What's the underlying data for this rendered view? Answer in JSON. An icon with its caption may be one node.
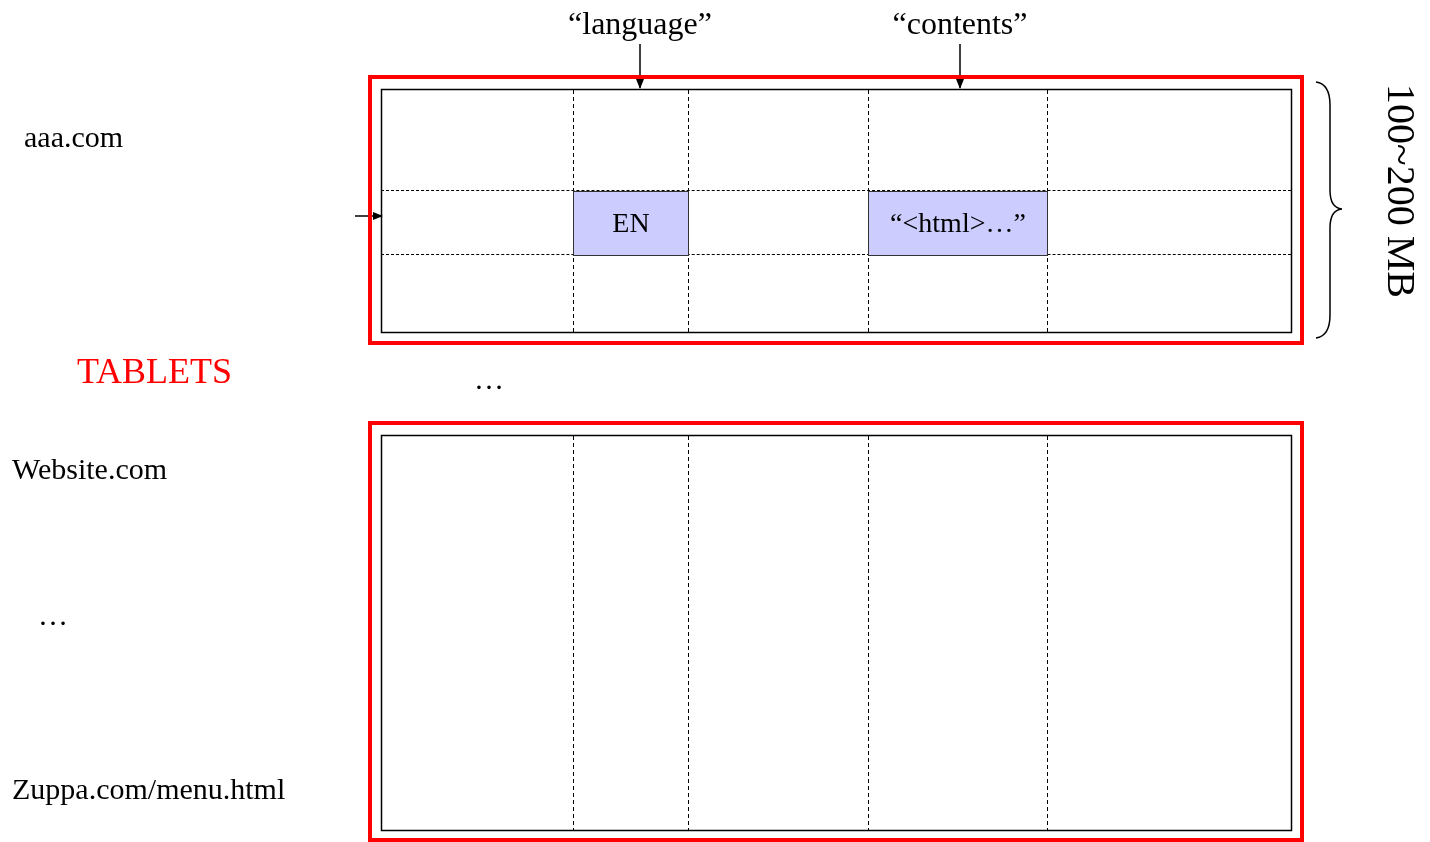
{
  "diagram": {
    "nodes": [
      {
        "text": [
          "“language”"
        ]
      },
      {
        "text": [
          "“contents”"
        ]
      },
      {
        "text": [],
        "shape": "box"
      },
      {
        "text": [],
        "shape": "bar",
        "in": 2
      },
      {
        "text": [
          "EN"
        ],
        "in": 3
      },
      {
        "text": [
          "“<html>…”"
        ],
        "in": 3
      },
      {
        "text": [],
        "shape": "box"
      }
    ],
    "edges": [
      {
        "from": 0,
        "to": 2,
        "arrow": "to"
      },
      {
        "from": 1,
        "to": 2,
        "arrow": "to"
      },
      {
        "from": null,
        "to": 3,
        "arrow": "to"
      }
    ],
    "labels": [
      "aaa.com",
      "TABLETS",
      "…",
      "Website.com",
      "…",
      "Zuppa.com/menu.html",
      "100~200 MB"
    ]
  }
}
